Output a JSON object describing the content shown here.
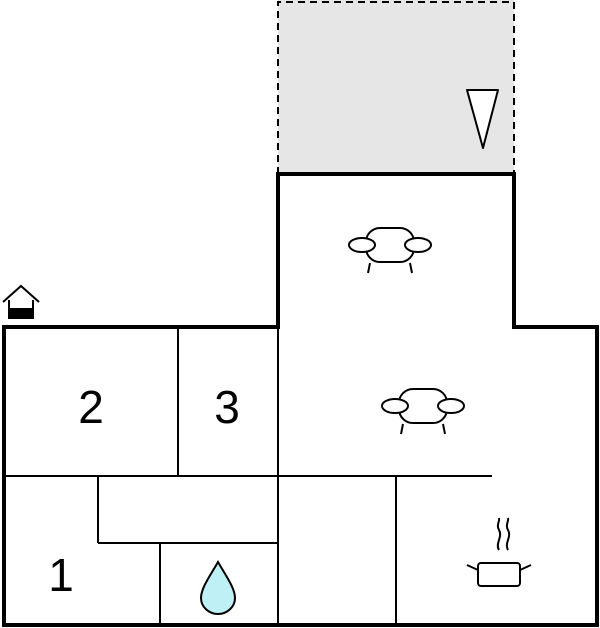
{
  "floorplan": {
    "rooms": {
      "room_1": {
        "label": "1"
      },
      "room_2": {
        "label": "2"
      },
      "room_3": {
        "label": "3"
      }
    },
    "icons": {
      "entrance": "entrance-icon",
      "sofa_upper": "sofa-icon",
      "sofa_lower": "sofa-icon",
      "bathroom": "water-drop-icon",
      "kitchen": "cooking-pot-icon",
      "terrace_direction": "triangle-marker-icon"
    },
    "colors": {
      "wall": "#000000",
      "terrace_fill": "#e6e6e6",
      "water_drop": "#bff0f5",
      "background": "#ffffff"
    }
  }
}
